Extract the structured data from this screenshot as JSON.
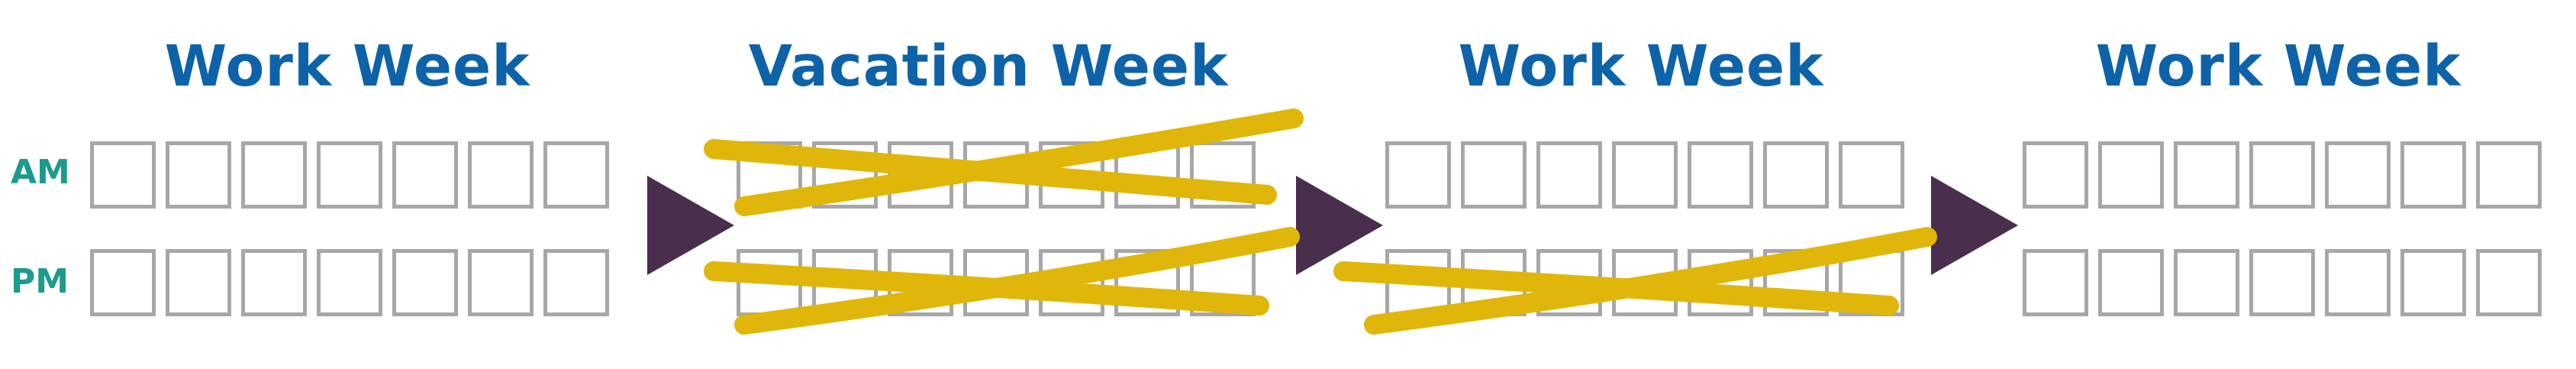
{
  "weeks": [
    {
      "title": "Work Week",
      "am_crossed": false,
      "pm_crossed": false
    },
    {
      "title": "Vacation Week",
      "am_crossed": true,
      "pm_crossed": true
    },
    {
      "title": "Work Week",
      "am_crossed": false,
      "pm_crossed": true
    },
    {
      "title": "Work Week",
      "am_crossed": false,
      "pm_crossed": false
    }
  ],
  "rows": {
    "am": "AM",
    "pm": "PM"
  },
  "colors": {
    "title": "#0e63a8",
    "row_label": "#1c9a8a",
    "cell_border": "#a7a7a7",
    "arrow": "#4a2e4e",
    "cross": "#e0b60a"
  },
  "cells_per_row": 7
}
